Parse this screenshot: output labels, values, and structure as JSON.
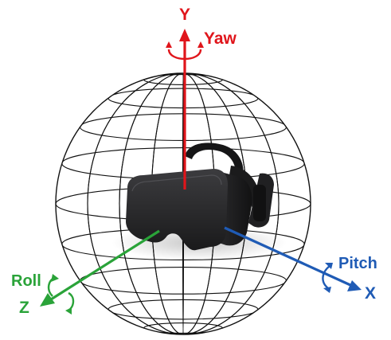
{
  "axes": {
    "y": {
      "letter": "Y",
      "rotation_name": "Yaw",
      "color": "#e0151b"
    },
    "x": {
      "letter": "X",
      "rotation_name": "Pitch",
      "color": "#1f5bb5"
    },
    "z": {
      "letter": "Z",
      "rotation_name": "Roll",
      "color": "#2aa339"
    }
  },
  "colors": {
    "sphere_grid": "#111111",
    "headset_body": "#2a2a2c",
    "headset_front": "#1c1c1e",
    "headset_strap": "#161617"
  },
  "icons": {
    "sphere": "wireframe-sphere-icon",
    "headset": "vr-headset-icon"
  }
}
